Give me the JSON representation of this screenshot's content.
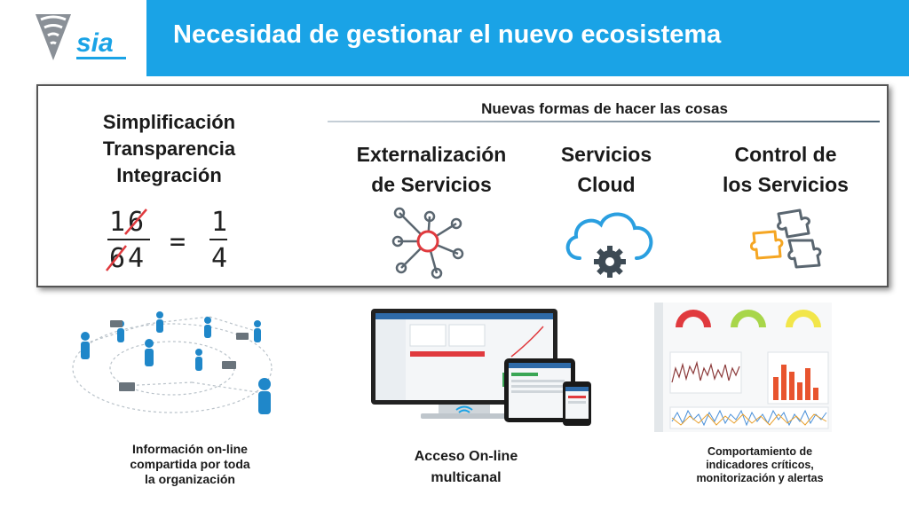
{
  "header": {
    "logo_text": "sia",
    "title": "Necesidad de gestionar el nuevo ecosistema"
  },
  "panel": {
    "left": {
      "line1": "Simplificación",
      "line2": "Transparencia",
      "line3": "Integración",
      "fraction": {
        "numerator_left": {
          "kept": "1",
          "crossed": "6"
        },
        "denominator_left": {
          "crossed": "6",
          "kept": "4"
        },
        "equals": "=",
        "numerator_right": "1",
        "denominator_right": "4"
      }
    },
    "section_heading": "Nuevas formas de hacer las cosas",
    "pillars": [
      {
        "line1": "Externalización",
        "line2": "de Servicios",
        "icon": "network-icon"
      },
      {
        "line1": "Servicios",
        "line2": "Cloud",
        "icon": "cloud-gear-icon"
      },
      {
        "line1": "Control de",
        "line2": "los Servicios",
        "icon": "puzzle-icon"
      }
    ]
  },
  "bottom": [
    {
      "caption_lines": [
        "Información on-line",
        "compartida por toda",
        "la organización"
      ],
      "image": "people-network-illustration"
    },
    {
      "caption_lines": [
        "Acceso On-line",
        "multicanal"
      ],
      "image": "multi-device-illustration"
    },
    {
      "caption_lines": [
        "Comportamiento de",
        "indicadores críticos,",
        "monitorización y alertas"
      ],
      "image": "dashboard-illustration"
    }
  ],
  "colors": {
    "title_bar": "#1aa3e6",
    "accent_red": "#e03a3e",
    "icon_blue": "#2a9fe0",
    "icon_grey": "#5a6670",
    "icon_orange": "#f5a623",
    "figure_blue": "#1f87c9"
  }
}
